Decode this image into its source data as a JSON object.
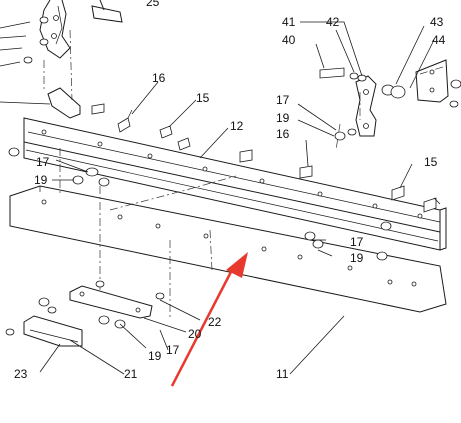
{
  "callouts": {
    "n11": "11",
    "n12": "12",
    "n15a": "15",
    "n15b": "15",
    "n16a": "16",
    "n16b": "16",
    "n17a": "17",
    "n17b": "17",
    "n17c": "17",
    "n17d": "17",
    "n19a": "19",
    "n19b": "19",
    "n19c": "19",
    "n19d": "19",
    "n20": "20",
    "n21": "21",
    "n22": "22",
    "n23": "23",
    "n40": "40",
    "n41": "41",
    "n42": "42",
    "n43": "43",
    "n44": "44"
  },
  "colors": {
    "line": "#1a1a1a",
    "arrow": "#e8392f",
    "background": "#ffffff"
  }
}
